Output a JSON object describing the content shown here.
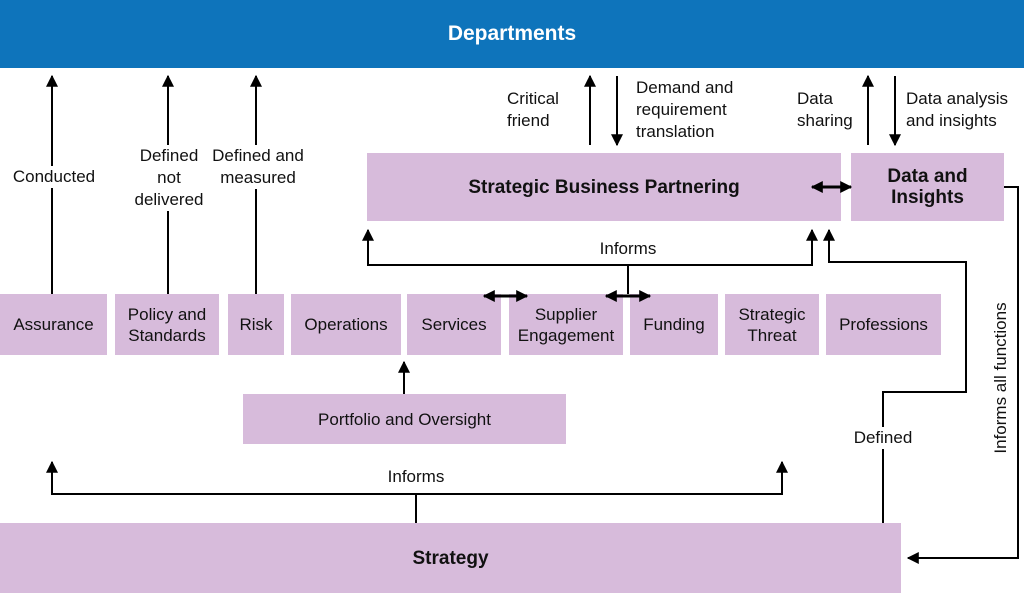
{
  "header": {
    "title": "Departments"
  },
  "boxes": {
    "sbp": "Strategic Business Partnering",
    "data_insights": "Data and Insights",
    "assurance": "Assurance",
    "policy": "Policy and Standards",
    "risk": "Risk",
    "operations": "Operations",
    "services": "Services",
    "supplier": "Supplier Engagement",
    "funding": "Funding",
    "threat": "Strategic Threat",
    "professions": "Professions",
    "portfolio": "Portfolio and Oversight",
    "strategy": "Strategy"
  },
  "labels": {
    "conducted": "Conducted",
    "defined_not_delivered": "Defined not delivered",
    "defined_measured": "Defined and measured",
    "critical_friend": "Critical friend",
    "demand": "Demand and requirement translation",
    "data_sharing": "Data sharing",
    "data_analysis": "Data analysis and insights",
    "informs_top": "Informs",
    "informs_bottom": "Informs",
    "defined": "Defined",
    "informs_all": "Informs all functions"
  }
}
